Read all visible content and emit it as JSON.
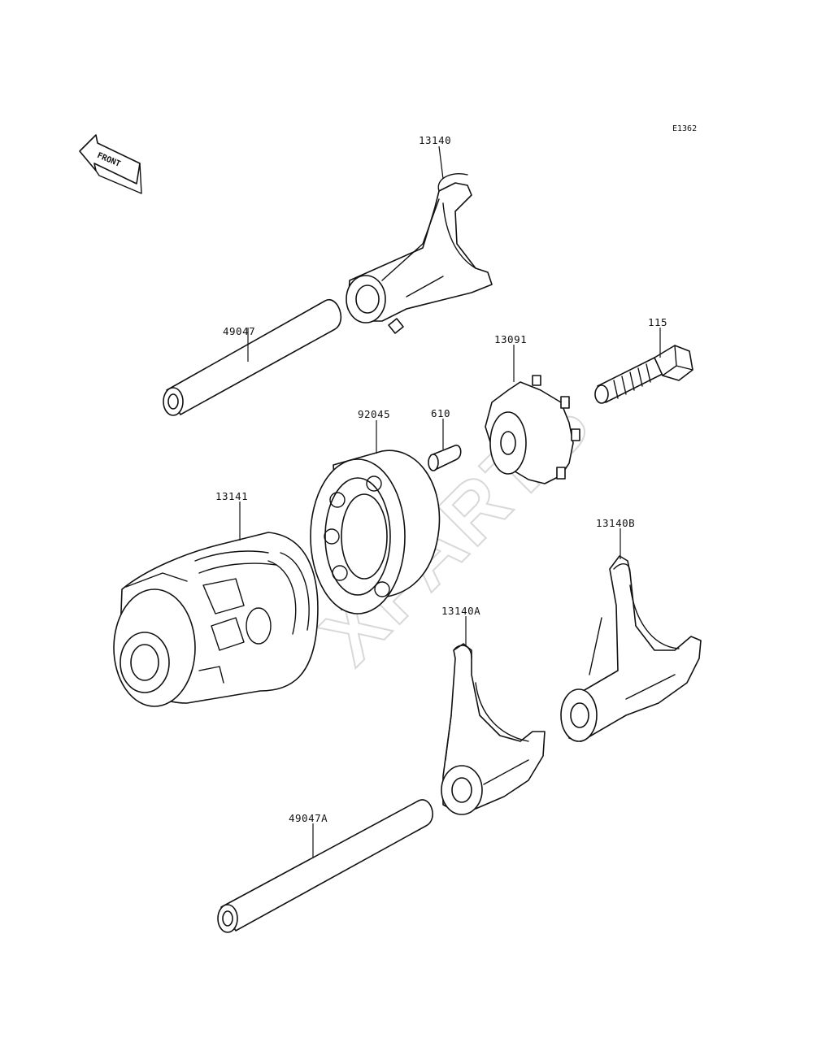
{
  "diagram_code": "E1362",
  "front_indicator": "FRONT",
  "watermark": "XFARTS",
  "parts": {
    "fork_shift": "13140",
    "shaft_fork_upper": "49047",
    "bolt": "115",
    "holder_pin": "13091",
    "bearing": "92045",
    "pin": "610",
    "drum_shift": "13141",
    "fork_shift_b": "13140B",
    "fork_shift_a": "13140A",
    "shaft_fork_lower": "49047A"
  }
}
